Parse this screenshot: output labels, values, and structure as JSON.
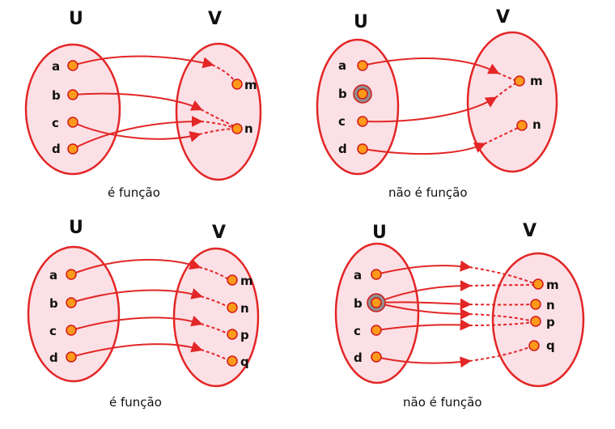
{
  "panels": [
    {
      "set_u": "U",
      "set_v": "V",
      "domain": [
        "a",
        "b",
        "c",
        "d"
      ],
      "codomain": [
        "m",
        "n"
      ],
      "mapping": [
        [
          "a",
          "m"
        ],
        [
          "b",
          "n"
        ],
        [
          "c",
          "n"
        ],
        [
          "d",
          "n"
        ]
      ],
      "highlighted": [],
      "caption": "é função",
      "colors": {
        "fill": "#fbe0e6",
        "stroke": "#e32626",
        "dot": "#ff9a1a",
        "arrow": "#e32626"
      }
    },
    {
      "set_u": "U",
      "set_v": "V",
      "domain": [
        "a",
        "b",
        "c",
        "d"
      ],
      "codomain": [
        "m",
        "n"
      ],
      "mapping": [
        [
          "a",
          "m"
        ],
        [
          "c",
          "m"
        ],
        [
          "d",
          "n"
        ]
      ],
      "highlighted": [
        "b"
      ],
      "caption": "não é função",
      "colors": {
        "fill": "#fbe0e6",
        "stroke": "#e32626",
        "dot": "#ff9a1a",
        "arrow": "#e32626"
      }
    },
    {
      "set_u": "U",
      "set_v": "V",
      "domain": [
        "a",
        "b",
        "c",
        "d"
      ],
      "codomain": [
        "m",
        "n",
        "p",
        "q"
      ],
      "mapping": [
        [
          "a",
          "m"
        ],
        [
          "b",
          "n"
        ],
        [
          "c",
          "p"
        ],
        [
          "d",
          "q"
        ]
      ],
      "highlighted": [],
      "caption": "é função",
      "colors": {
        "fill": "#fbe0e6",
        "stroke": "#e32626",
        "dot": "#ff9a1a",
        "arrow": "#e32626"
      }
    },
    {
      "set_u": "U",
      "set_v": "V",
      "domain": [
        "a",
        "b",
        "c",
        "d"
      ],
      "codomain": [
        "m",
        "n",
        "p",
        "q"
      ],
      "mapping": [
        [
          "a",
          "m"
        ],
        [
          "b",
          "m"
        ],
        [
          "b",
          "n"
        ],
        [
          "b",
          "p"
        ],
        [
          "c",
          "p"
        ],
        [
          "d",
          "q"
        ]
      ],
      "highlighted": [
        "b"
      ],
      "caption": "não é função",
      "colors": {
        "fill": "#fbe0e6",
        "stroke": "#e32626",
        "dot": "#ff9a1a",
        "arrow": "#e32626"
      }
    }
  ]
}
